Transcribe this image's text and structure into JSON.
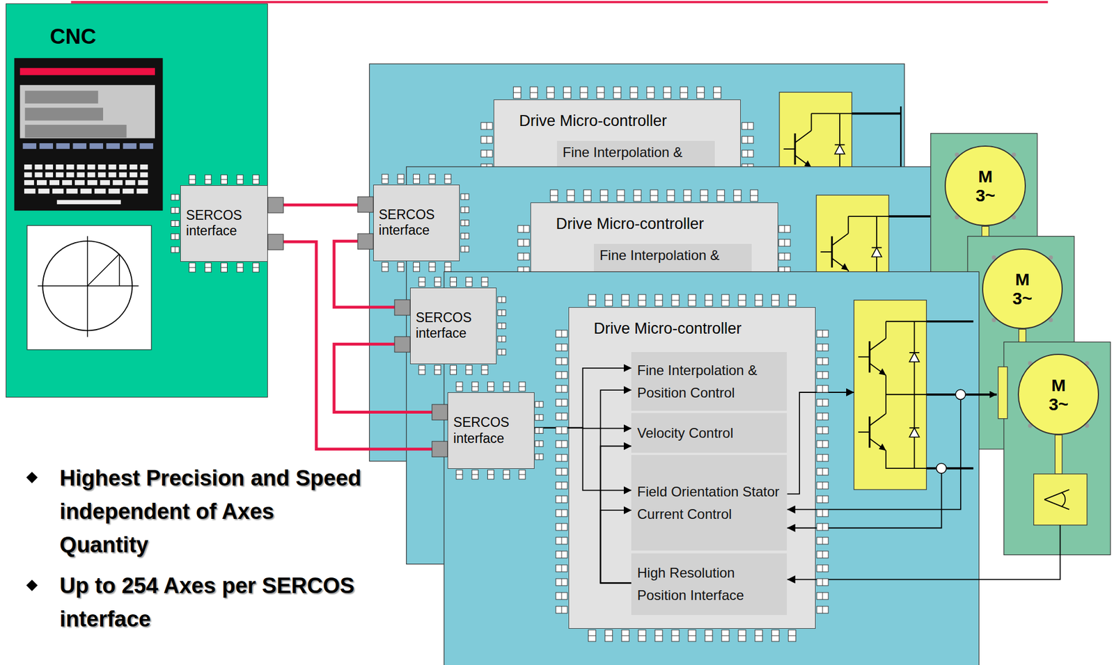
{
  "diagram": {
    "nodes": [
      {
        "text": [
          "CNC"
        ]
      },
      {
        "text": [
          "SERCOS interface"
        ],
        "in": 0
      },
      {
        "text": [
          "SERCOS interface"
        ]
      },
      {
        "text": [
          "Drive Micro-controller"
        ]
      },
      {
        "text": [
          "Fine Interpolation &"
        ],
        "in": 3
      },
      {
        "text": [
          "SERCOS interface"
        ]
      },
      {
        "text": [
          "Drive Micro-controller"
        ]
      },
      {
        "text": [
          "Fine Interpolation &"
        ],
        "in": 6
      },
      {
        "text": [
          "SERCOS interface"
        ]
      },
      {
        "text": [
          "Drive Micro-controller"
        ]
      },
      {
        "text": [
          "Fine Interpolation & Position Control"
        ],
        "in": 9
      },
      {
        "text": [
          "Velocity Control"
        ],
        "in": 9
      },
      {
        "text": [
          "Field Orientation Stator Current Control"
        ],
        "in": 9
      },
      {
        "text": [
          "High Resolution Position Interface"
        ],
        "in": 9
      },
      {
        "text": [
          "M 3~"
        ]
      },
      {
        "text": [
          "M 3~"
        ]
      },
      {
        "text": [
          "M 3~"
        ]
      }
    ],
    "edges": [
      {
        "from": 1,
        "to": 2,
        "arrow": "none"
      },
      {
        "from": 2,
        "to": 5,
        "arrow": "none"
      },
      {
        "from": 5,
        "to": 8,
        "arrow": "none"
      },
      {
        "from": 8,
        "to": 1,
        "arrow": "none"
      },
      {
        "from": 8,
        "to": 10,
        "arrow": "to"
      },
      {
        "from": 8,
        "to": 11,
        "arrow": "to"
      },
      {
        "from": 8,
        "to": 12,
        "arrow": "to"
      },
      {
        "from": 13,
        "to": 10,
        "arrow": "to"
      },
      {
        "from": 13,
        "to": 11,
        "arrow": "to"
      },
      {
        "from": 13,
        "to": 12,
        "arrow": "to"
      }
    ],
    "labels": [
      "Highest Precision and Speed independent of Axes Quantity",
      "Up to 254 Axes per SERCOS interface"
    ]
  }
}
